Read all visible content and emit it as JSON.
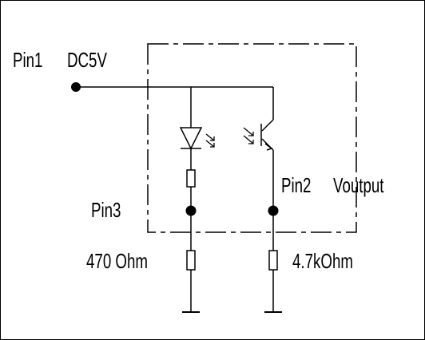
{
  "labels": {
    "pin1": "Pin1",
    "dc5v": "DC5V",
    "pin2": "Pin2",
    "voutput": "Voutput",
    "pin3": "Pin3",
    "r470": "470 Ohm",
    "r4k7": "4.7kOhm"
  },
  "colors": {
    "line": "#000000",
    "background": "#ffffff"
  }
}
